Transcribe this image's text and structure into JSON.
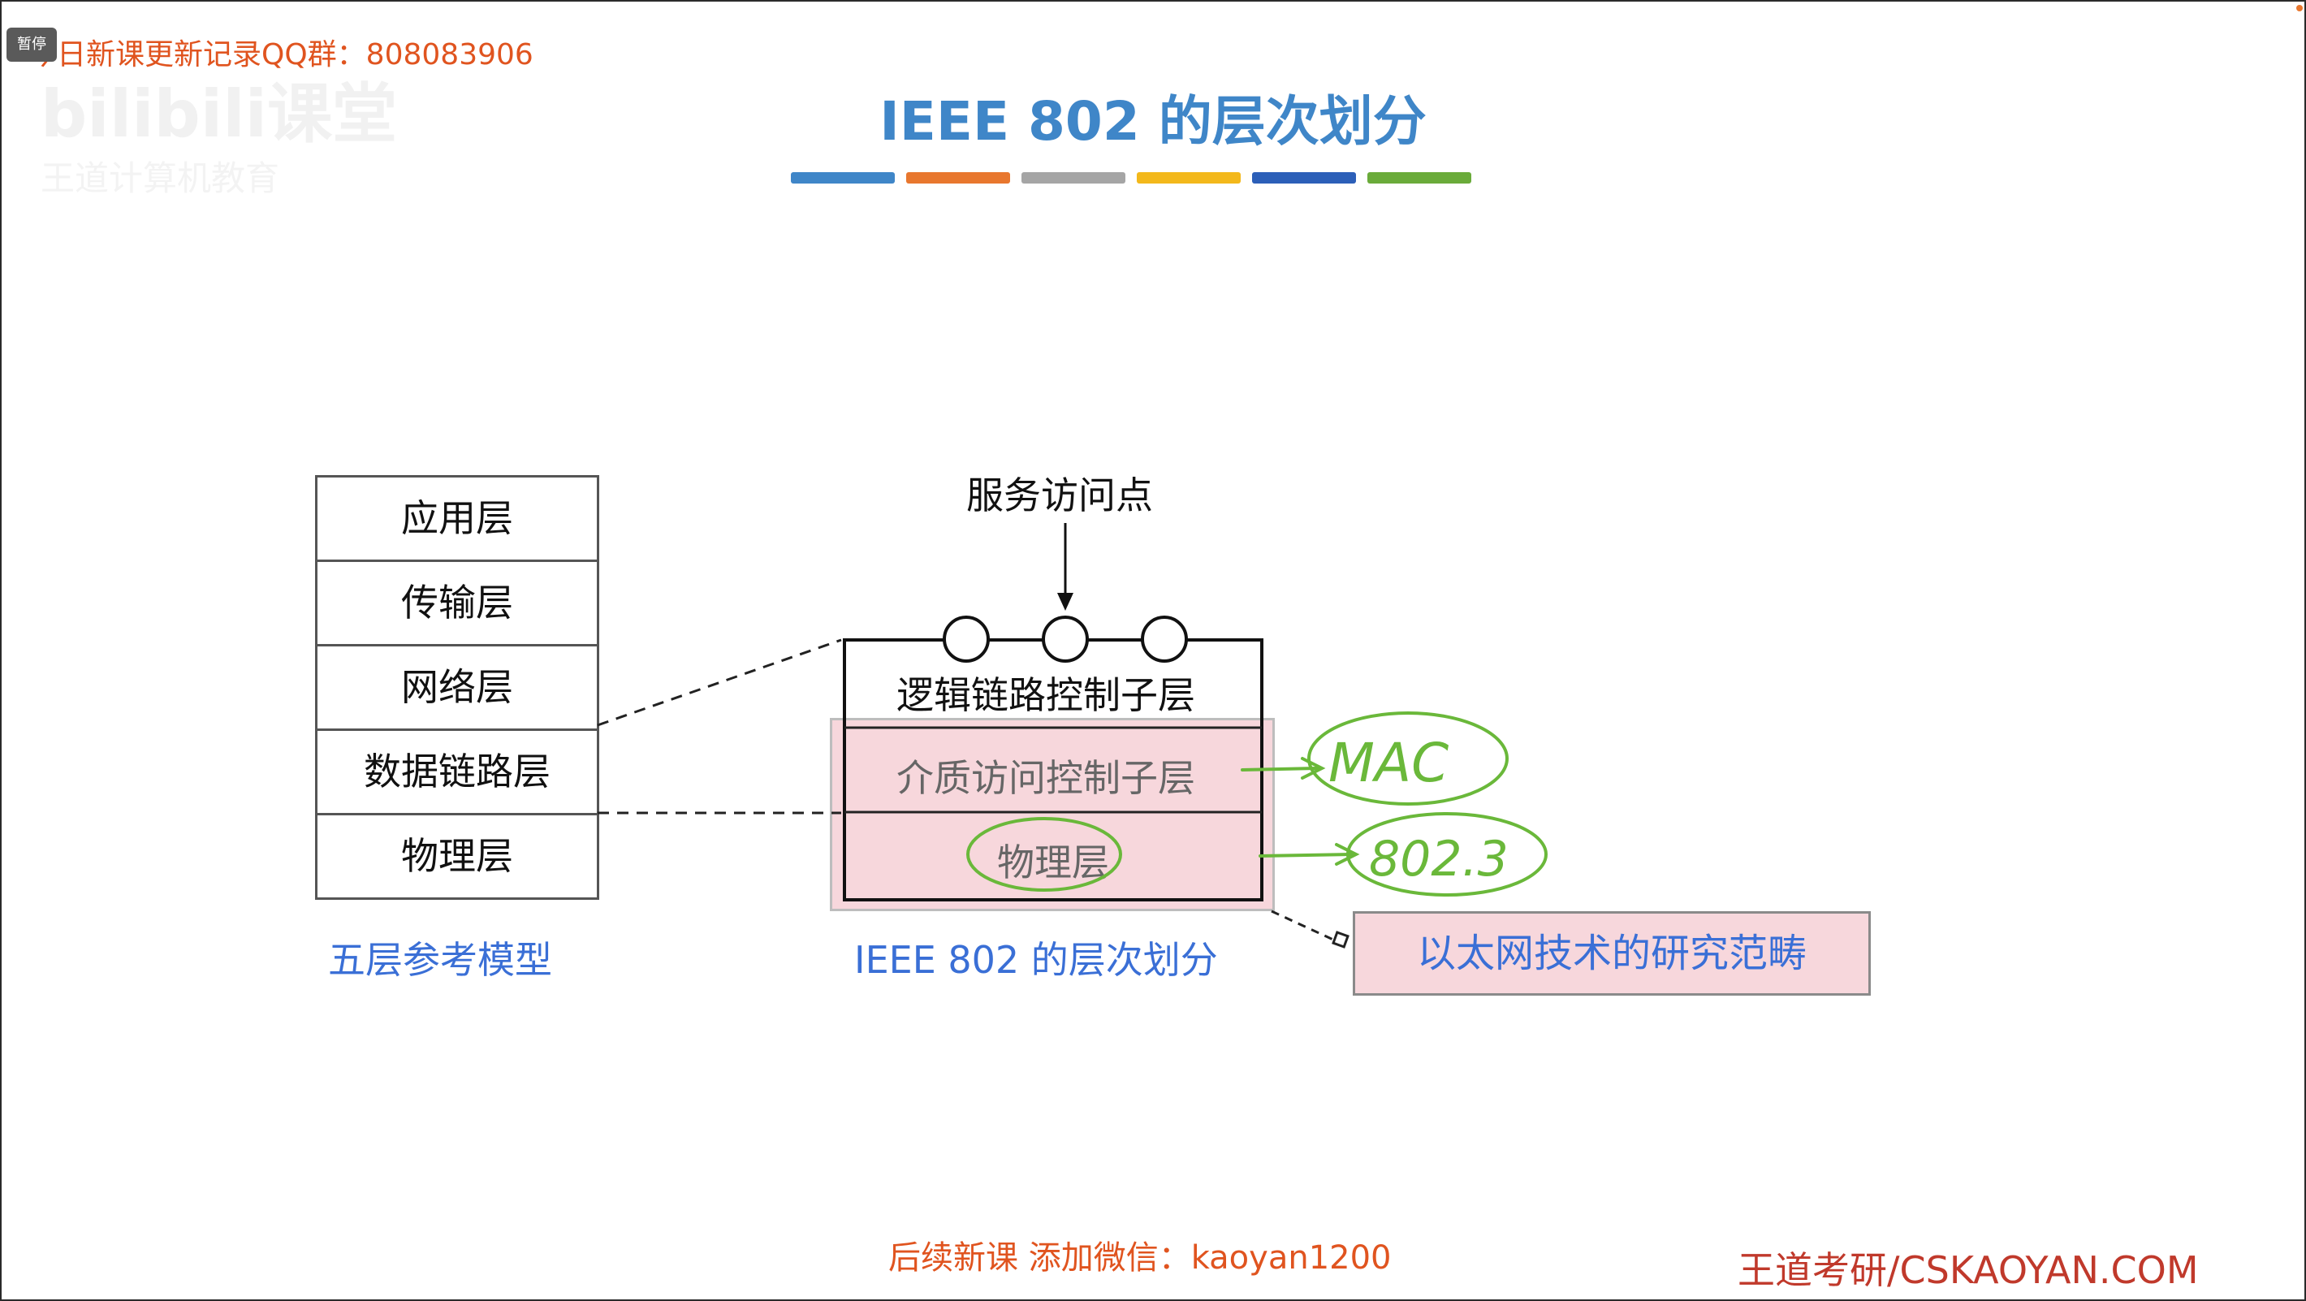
{
  "overlay": {
    "pause_label": "暂停",
    "notice": "今日新课更新记录QQ群：808083906",
    "watermark": "bilibili课堂",
    "watermark_sub": "王道计算机教育"
  },
  "slide": {
    "title": "IEEE 802 的层次划分",
    "stripe_colors": [
      "#3f86c8",
      "#e8772e",
      "#a5a5a5",
      "#f3b81b",
      "#2c5fb8",
      "#6aab3a"
    ]
  },
  "five_layer_model": {
    "layers": [
      "应用层",
      "传输层",
      "网络层",
      "数据链路层",
      "物理层"
    ],
    "caption": "五层参考模型"
  },
  "ieee802": {
    "service_access_point": "服务访问点",
    "llc": "逻辑链路控制子层",
    "mac": "介质访问控制子层",
    "physical": "物理层",
    "caption": "IEEE 802 的层次划分"
  },
  "annotations": {
    "mac_handwritten": "MAC",
    "standard_handwritten": "802.3",
    "ink_color": "#6ab83a"
  },
  "scope_note": "以太网技术的研究范畴",
  "footer": {
    "wechat": "后续新课 添加微信：kaoyan1200",
    "brand": "王道考研/CSKAOYAN.COM"
  }
}
